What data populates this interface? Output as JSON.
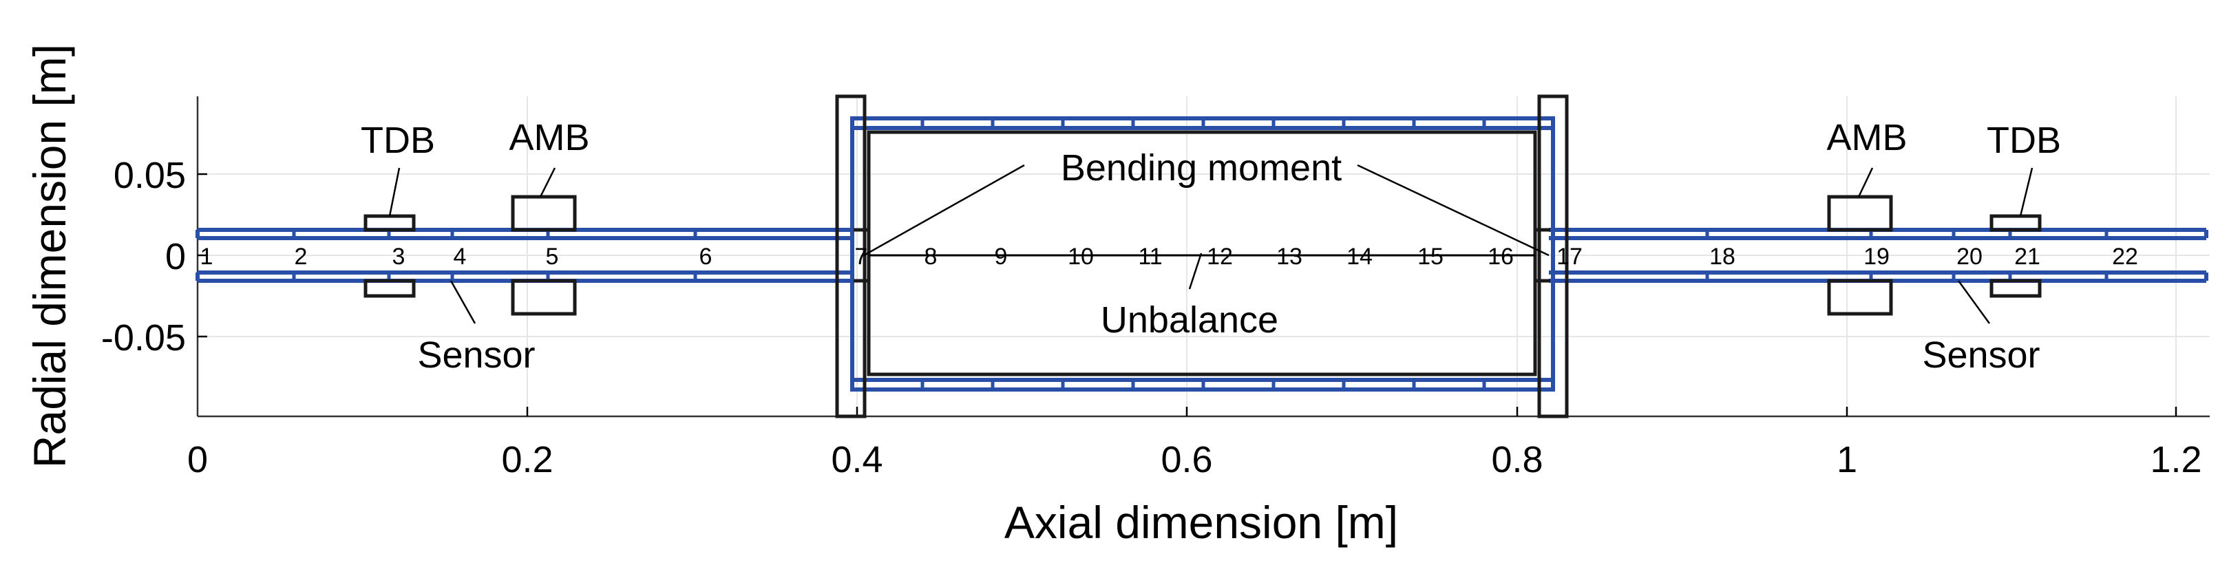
{
  "axes": {
    "xlabel": "Axial dimension [m]",
    "ylabel": "Radial dimension [m]",
    "xlim": [
      0,
      1.24
    ],
    "ylim": [
      -0.095,
      0.095
    ],
    "xticks": [
      "0",
      "0.2",
      "0.4",
      "0.6",
      "0.8",
      "1",
      "1.2"
    ],
    "yticks": [
      "0.05",
      "0",
      "-0.05"
    ]
  },
  "annotations": {
    "tdb_left": "TDB",
    "amb_left": "AMB",
    "sensor_left": "Sensor",
    "bending_moment": "Bending moment",
    "unbalance": "Unbalance",
    "amb_right": "AMB",
    "tdb_right": "TDB",
    "sensor_right": "Sensor"
  },
  "nodes": [
    "1",
    "2",
    "3",
    "4",
    "5",
    "6",
    "7",
    "8",
    "9",
    "10",
    "11",
    "12",
    "13",
    "14",
    "15",
    "16",
    "17",
    "18",
    "19",
    "20",
    "21",
    "22"
  ],
  "colors": {
    "shaft": "#2a4fa8",
    "outline": "#1a1a1a"
  }
}
